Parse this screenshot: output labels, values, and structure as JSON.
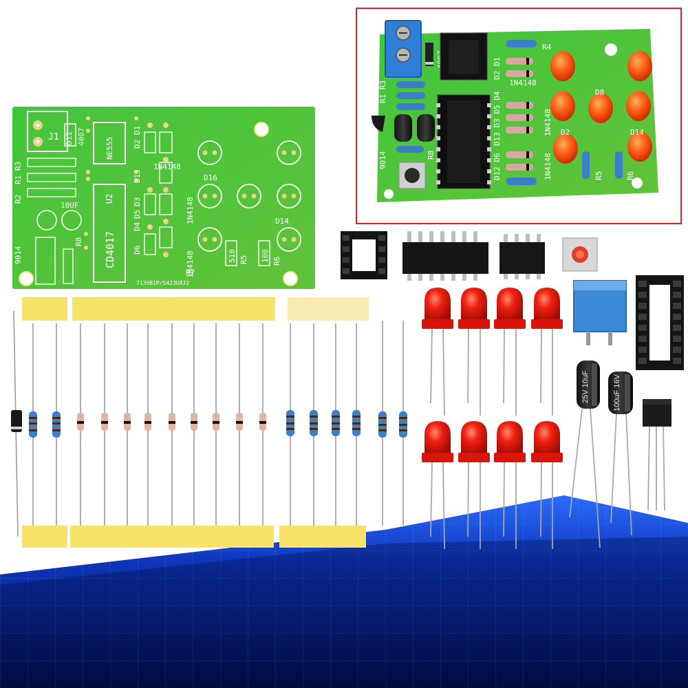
{
  "bare_pcb": {
    "ic1_label": "NE555",
    "ic2_label": "CD4017",
    "ic2_ref": "U2",
    "connector_ref": "J1",
    "diode_ref": "D11",
    "diode_part": "4007",
    "diode_part_label": "1N4148",
    "cap_value": "10UF",
    "res_r1": "R1",
    "res_r2": "R2",
    "res_r3": "R3",
    "res_r5": "R5",
    "res_r6": "R6",
    "res_r7": "R7",
    "res_r8": "R8",
    "res_510": "510",
    "res_100": "100",
    "ref_d1": "D1",
    "ref_d2": "D2",
    "ref_d13": "D13",
    "ref_d3": "D3",
    "ref_d4": "D4",
    "ref_d5": "D5",
    "ref_d6": "D6",
    "ref_d14": "D14",
    "ref_d16": "D16",
    "ref_9014": "9014",
    "footer_code": "7136B1P/5423U8J2"
  },
  "assembled_pcb": {
    "res_r4": "R4",
    "res_r5": "R5",
    "res_r6": "R6",
    "res_r8": "R8",
    "res_r1_r3": "R1 R3",
    "ref_d2_d1": "D2 D1",
    "ref_d13_d3_d5_d4": "D13 D3 D5 D4",
    "ref_d12_d6": "D12 D6",
    "ref_d8": "D8",
    "ref_d14": "D14",
    "ref_d2": "D2",
    "part_1n4148": "1N4148",
    "part_4007": "4007",
    "ref_9014": "9014",
    "highlight_color": "#d2232a"
  },
  "loose_parts": {
    "cap1_label": "25V 10uF",
    "cap2_label": "100uF 16V",
    "led_color": "#e8190f"
  }
}
